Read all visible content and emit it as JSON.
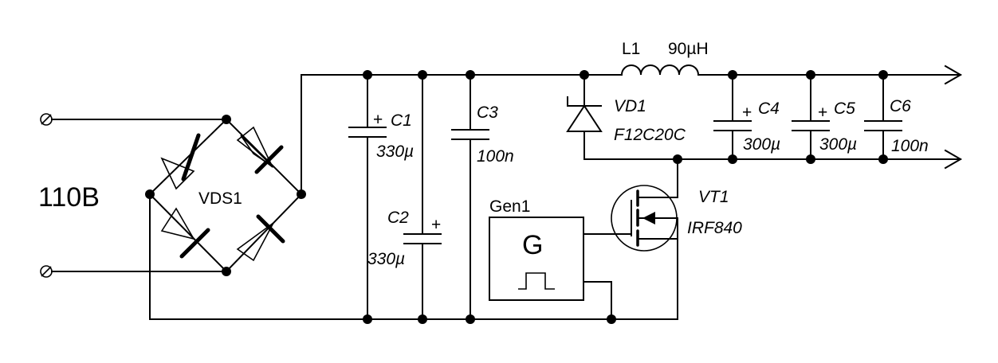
{
  "labels": {
    "input_voltage": "110B",
    "bridge": "VDS1",
    "c1_name": "C1",
    "c1_value": "330µ",
    "c2_name": "C2",
    "c2_value": "330µ",
    "c3_name": "C3",
    "c3_value": "100n",
    "l1_name": "L1",
    "l1_value": "90µH",
    "vd1_name": "VD1",
    "vd1_part": "F12C20C",
    "c4_name": "C4",
    "c4_value": "300µ",
    "c5_name": "C5",
    "c5_value": "300µ",
    "c6_name": "C6",
    "c6_value": "100n",
    "vt1_name": "VT1",
    "vt1_part": "IRF840",
    "gen_name": "Gen1",
    "gen_symbol": "G",
    "plus": "+"
  }
}
